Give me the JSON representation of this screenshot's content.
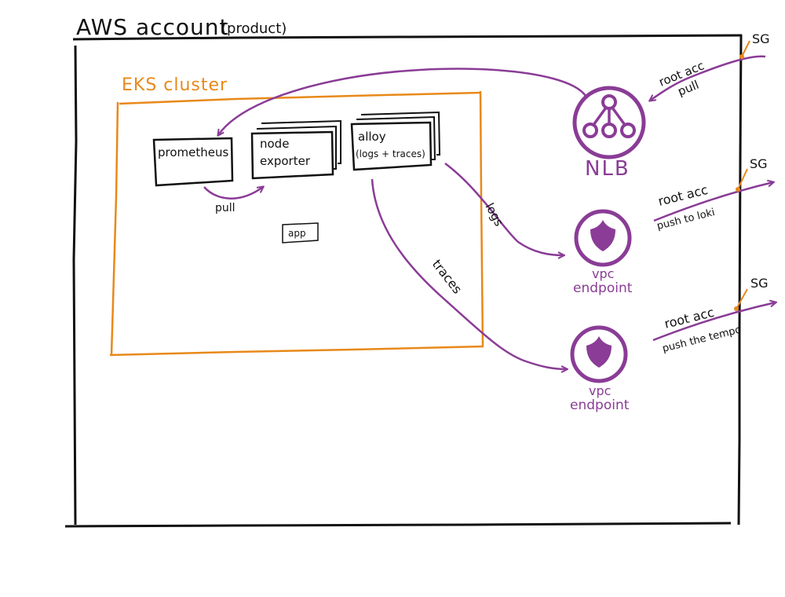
{
  "account": {
    "title": "AWS account",
    "subtitle": "(product)"
  },
  "cluster": {
    "label": "EKS cluster"
  },
  "components": {
    "prometheus": "prometheus",
    "node_exporter_line1": "node",
    "node_exporter_line2": "exporter",
    "alloy_line1": "alloy",
    "alloy_line2": "(logs + traces)",
    "app": "app"
  },
  "edges": {
    "pull_internal": "pull",
    "logs": "logs",
    "traces": "traces"
  },
  "nlb": {
    "label": "NLB",
    "in_line1": "root acc",
    "in_line2": "pull",
    "sg": "SG"
  },
  "vpce_loki": {
    "line1": "vpc",
    "line2": "endpoint",
    "out_line1": "root acc",
    "out_line2": "push to loki",
    "sg": "SG"
  },
  "vpce_tempo": {
    "line1": "vpc",
    "line2": "endpoint",
    "out_line1": "root acc",
    "out_line2": "push the tempo",
    "sg": "SG"
  },
  "colors": {
    "ink": "#111111",
    "cluster": "#e8891a",
    "aws": "#8a3c96"
  }
}
